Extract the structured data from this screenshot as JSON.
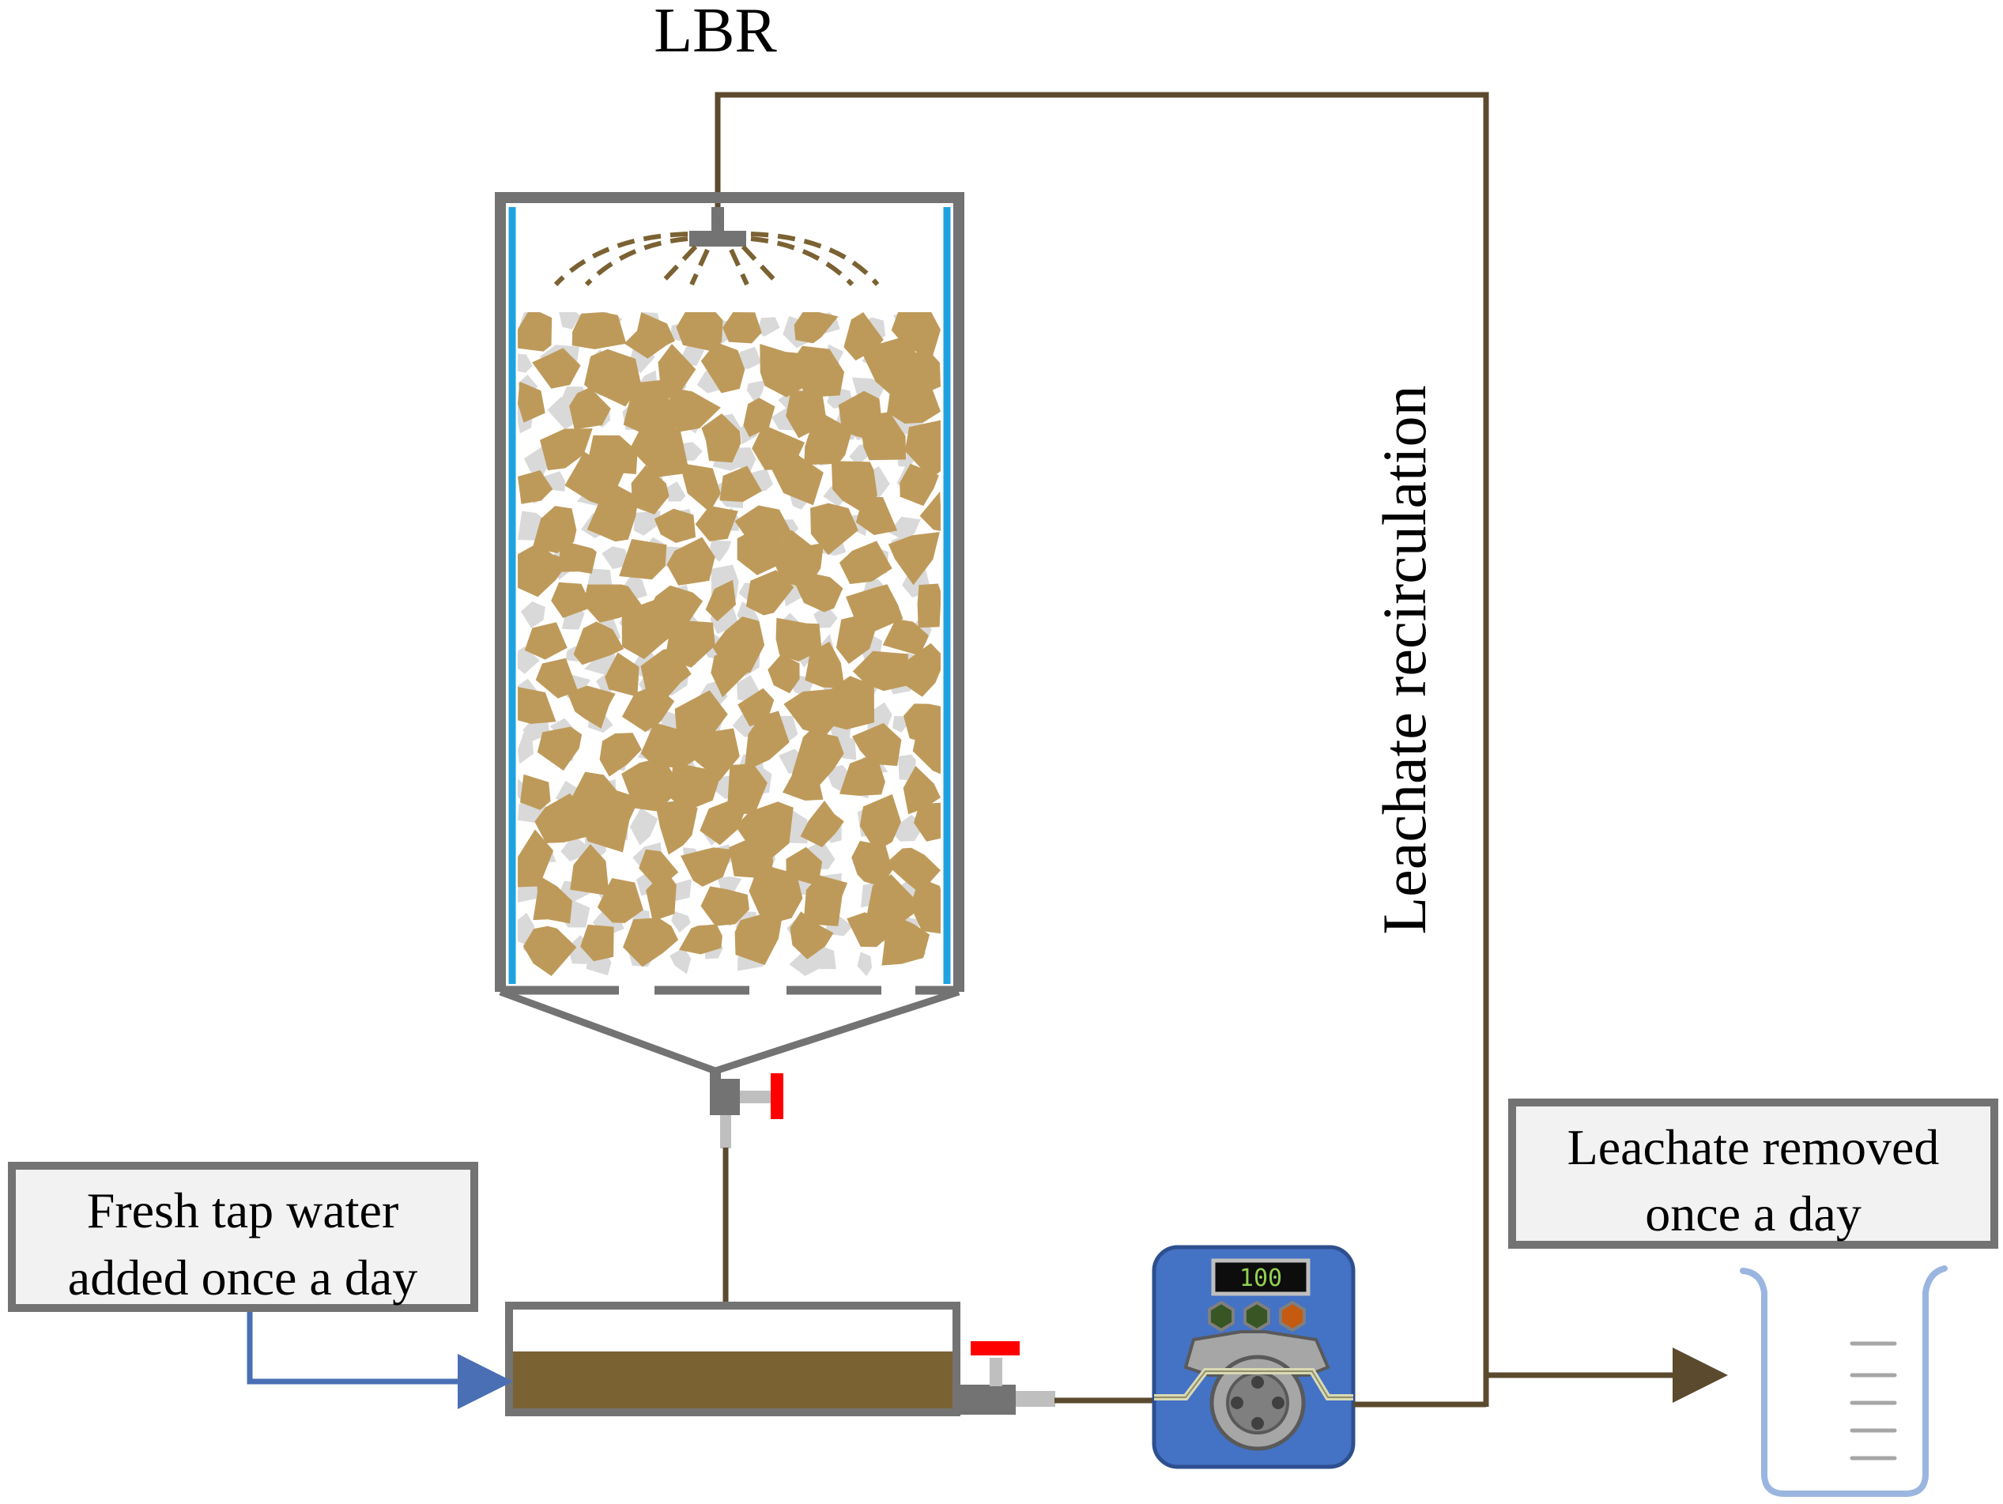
{
  "diagram": {
    "reactor_label": "LBR",
    "recirculation_label": "Leachate  recirculation",
    "water_box_line1": "Fresh tap water",
    "water_box_line2": "added once a day",
    "removed_box_line1": "Leachate  removed",
    "removed_box_line2": "once a day",
    "pump_display": "100"
  },
  "colors": {
    "pipe": "#5b4a2e",
    "frame": "#737373",
    "jacket": "#1fa3e0",
    "waste": "#be9a5a",
    "filler": "#d9d9d9",
    "leachate": "#7b6233",
    "valve": "#ff0000",
    "pump_body": "#4472c4",
    "water_line": "#4a6fb5",
    "beaker": "#9ab6e0"
  },
  "icons": {
    "pump": "peristaltic-pump-icon",
    "beaker": "beaker-icon",
    "valve": "valve-icon",
    "sprinkler": "sprinkler-icon"
  }
}
